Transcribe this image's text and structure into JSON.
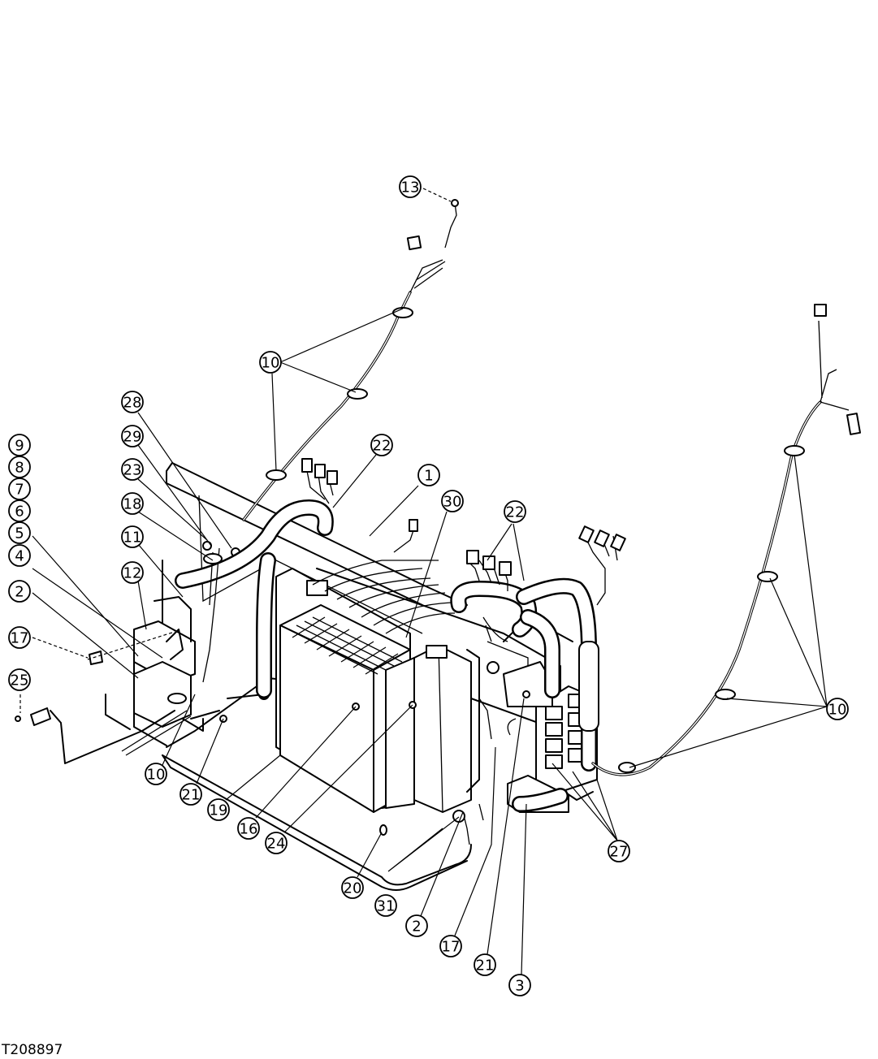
{
  "figure_id": "T208897",
  "callouts": [
    {
      "id": "c13",
      "label": "13"
    },
    {
      "id": "c10a",
      "label": "10"
    },
    {
      "id": "c28",
      "label": "28"
    },
    {
      "id": "c29",
      "label": "29"
    },
    {
      "id": "c23",
      "label": "23"
    },
    {
      "id": "c18",
      "label": "18"
    },
    {
      "id": "c11",
      "label": "11"
    },
    {
      "id": "c12",
      "label": "12"
    },
    {
      "id": "c9",
      "label": "9"
    },
    {
      "id": "c8",
      "label": "8"
    },
    {
      "id": "c7",
      "label": "7"
    },
    {
      "id": "c6",
      "label": "6"
    },
    {
      "id": "c5",
      "label": "5"
    },
    {
      "id": "c4",
      "label": "4"
    },
    {
      "id": "c2a",
      "label": "2"
    },
    {
      "id": "c17a",
      "label": "17"
    },
    {
      "id": "c25",
      "label": "25"
    },
    {
      "id": "c10b",
      "label": "10"
    },
    {
      "id": "c21a",
      "label": "21"
    },
    {
      "id": "c19",
      "label": "19"
    },
    {
      "id": "c16",
      "label": "16"
    },
    {
      "id": "c24",
      "label": "24"
    },
    {
      "id": "c20",
      "label": "20"
    },
    {
      "id": "c31",
      "label": "31"
    },
    {
      "id": "c2b",
      "label": "2"
    },
    {
      "id": "c17b",
      "label": "17"
    },
    {
      "id": "c21b",
      "label": "21"
    },
    {
      "id": "c3",
      "label": "3"
    },
    {
      "id": "c27",
      "label": "27"
    },
    {
      "id": "c22a",
      "label": "22"
    },
    {
      "id": "c1",
      "label": "1"
    },
    {
      "id": "c30",
      "label": "30"
    },
    {
      "id": "c22b",
      "label": "22"
    },
    {
      "id": "c10c",
      "label": "10"
    }
  ]
}
